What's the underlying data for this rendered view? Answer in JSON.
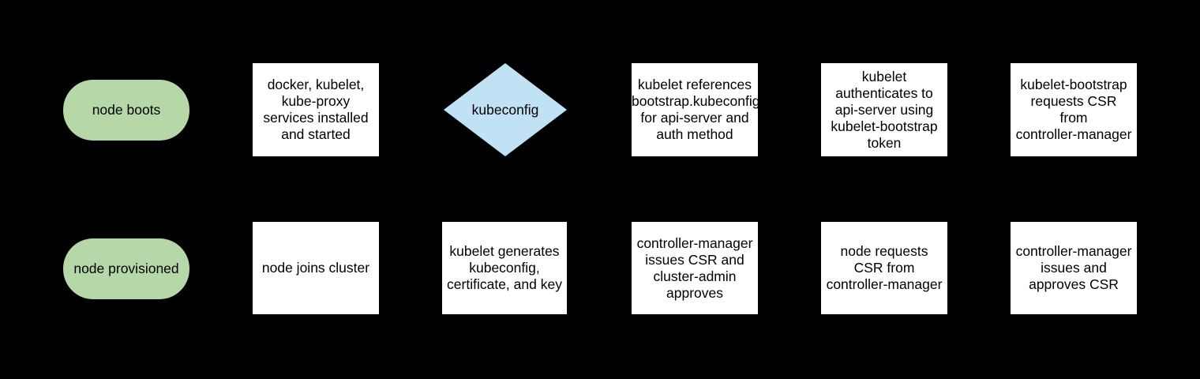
{
  "colors": {
    "background": "#000000",
    "process_fill": "#ffffff",
    "terminal_fill": "#b6d7a8",
    "decision_fill": "#c1e1f5",
    "text": "#000000"
  },
  "flowchart": {
    "top_row": {
      "node_boots": {
        "type": "terminal",
        "label": "node boots"
      },
      "services_installed": {
        "type": "process",
        "label": "docker, kubelet,\nkube-proxy\nservices installed\nand started"
      },
      "kubeconfig_decision": {
        "type": "decision",
        "label": "kubeconfig"
      },
      "kubelet_references": {
        "type": "process",
        "label": "kubelet references\nbootstrap.kubeconfig\nfor api-server and\nauth method"
      },
      "kubelet_authenticates": {
        "type": "process",
        "label": "kubelet\nauthenticates to\napi-server using\nkubelet-bootstrap\ntoken"
      },
      "bootstrap_requests_csr": {
        "type": "process",
        "label": "kubelet-bootstrap\nrequests CSR\nfrom\ncontroller-manager"
      }
    },
    "bottom_row": {
      "node_provisioned": {
        "type": "terminal",
        "label": "node provisioned"
      },
      "node_joins_cluster": {
        "type": "process",
        "label": "node joins cluster"
      },
      "kubelet_generates": {
        "type": "process",
        "label": "kubelet generates\nkubeconfig,\ncertificate, and key"
      },
      "cm_issues_admin_approves": {
        "type": "process",
        "label": "controller-manager\nissues CSR and\ncluster-admin\napproves"
      },
      "node_requests_csr": {
        "type": "process",
        "label": "node requests\nCSR from\ncontroller-manager"
      },
      "cm_issues_and_approves": {
        "type": "process",
        "label": "controller-manager\nissues and\napproves CSR"
      }
    }
  }
}
